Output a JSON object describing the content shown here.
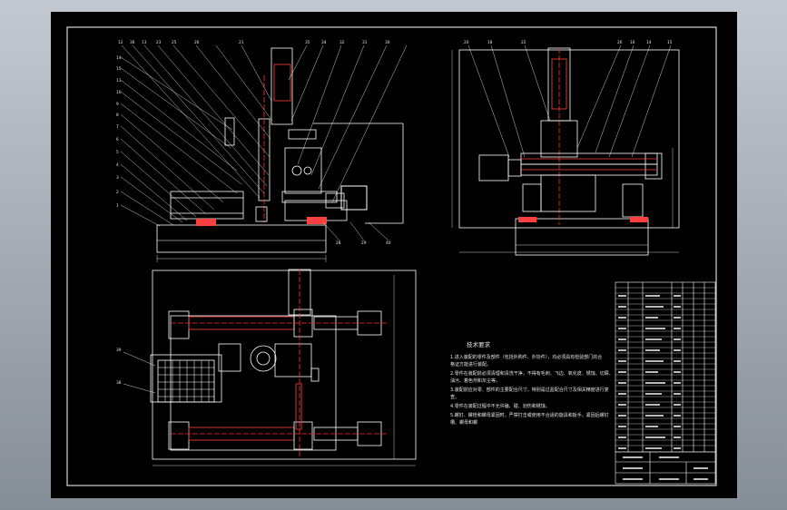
{
  "drawing": {
    "tech_req_title": "技术要求",
    "tech_req_lines": [
      "1.进入装配的零件及部件（包括外购件、外协件），均必须具有检验部门的合",
      "  格证方能进行装配。",
      "2.零件在装配前必须清理和清洗干净，不得有毛刺、飞边、氧化皮、锈蚀、切屑、",
      "  油污、着色剂和灰尘等。",
      "3.装配前应对零、部件的主要配合尺寸，特别是过盈配合尺寸及相关精度进行复",
      "  查。",
      "4.零件在装配过程中不允许磕、碰、划伤和锈蚀。",
      "5.螺钉、螺栓和螺母紧固时，严禁打击或使用不合适的旋具和扳手。紧固后螺钉",
      "  槽、螺母和螺"
    ],
    "front_view_labels": [
      "12",
      "36",
      "13",
      "23",
      "25",
      "26",
      "21",
      "35",
      "34",
      "32",
      "31",
      "30"
    ],
    "front_view_left_labels": [
      "14",
      "15",
      "11",
      "10",
      "9",
      "8",
      "7",
      "6",
      "5",
      "4",
      "3",
      "2",
      "1"
    ],
    "front_view_bottom_labels": [
      "28",
      "29",
      "40"
    ],
    "side_view_labels": [
      "20",
      "18",
      "22",
      "26",
      "16",
      "14",
      "15"
    ],
    "plan_view_labels": [
      "39",
      "38"
    ]
  }
}
